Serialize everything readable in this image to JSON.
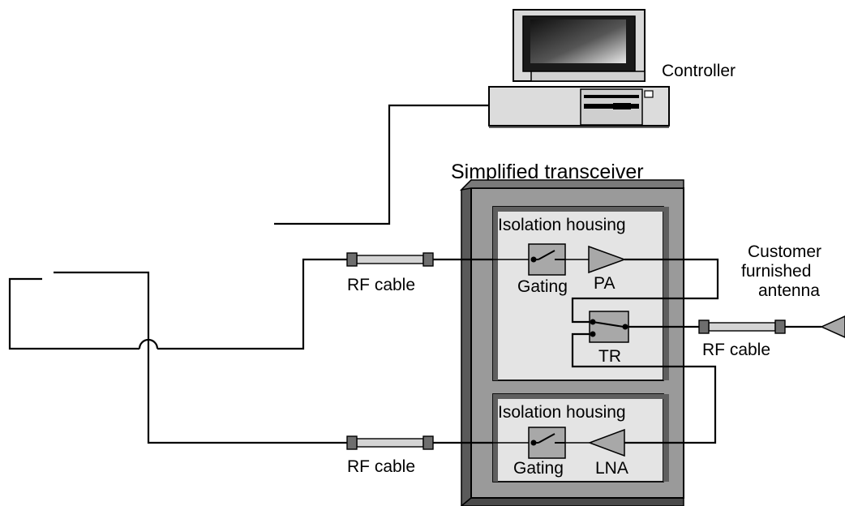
{
  "labels": {
    "controller": "Controller",
    "transceiver": "Simplified transceiver",
    "isolation_top": "Isolation housing",
    "isolation_bottom": "Isolation housing",
    "gating_top": "Gating",
    "gating_bottom": "Gating",
    "pa": "PA",
    "lna": "LNA",
    "tr": "TR",
    "rf_cable_top": "RF cable",
    "rf_cable_right": "RF cable",
    "rf_cable_bottom": "RF cable",
    "customer_line1": "Customer",
    "customer_line2": "furnished",
    "customer_line3": "antenna"
  },
  "colors": {
    "housing_outer": "#9a9a9a",
    "housing_inner": "#e4e4e4",
    "component": "#a8a8a8",
    "cable": "#d4d4d4",
    "connector": "#6e6e6e"
  }
}
